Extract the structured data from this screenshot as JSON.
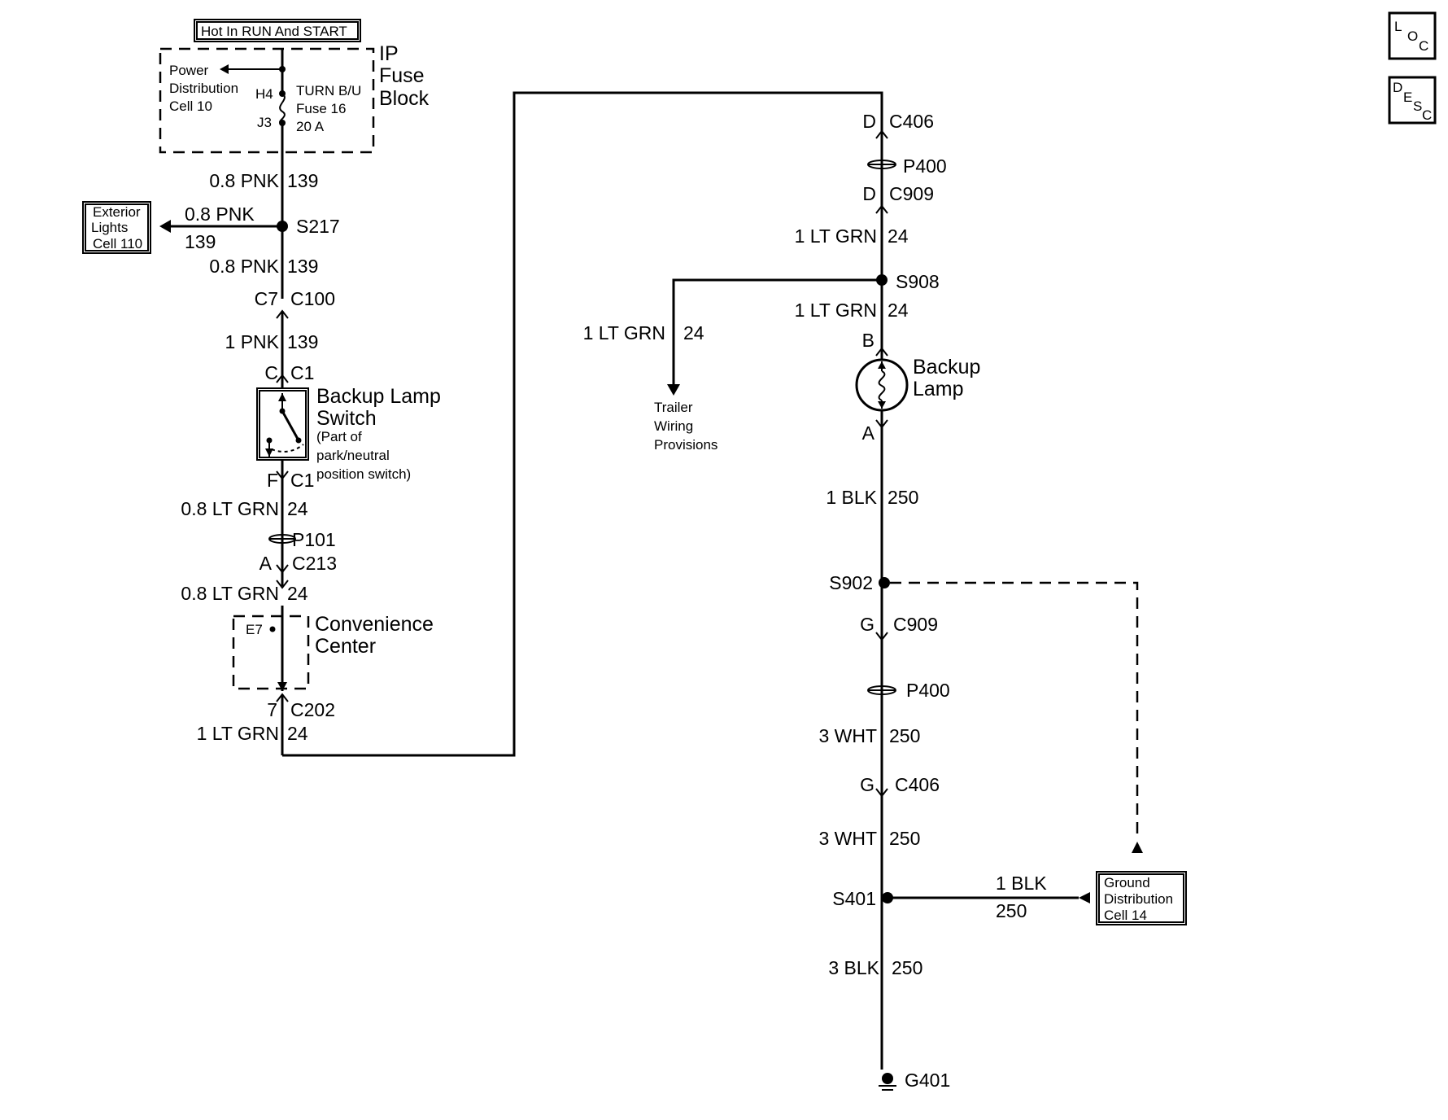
{
  "power": {
    "hot_label": "Hot In RUN And START",
    "fuse_block": [
      "IP",
      "Fuse",
      "Block"
    ],
    "power_dist": [
      "Power",
      "Distribution",
      "Cell 10"
    ],
    "pin_h4": "H4",
    "pin_j3": "J3",
    "fuse": [
      "TURN B/U",
      "Fuse 16",
      "20 A"
    ]
  },
  "left": {
    "w1": {
      "gauge": "0.8 PNK",
      "circuit": "139"
    },
    "splice_s217": "S217",
    "exterior": {
      "box": [
        "Exterior",
        "Lights",
        "Cell 110"
      ],
      "gauge": "0.8 PNK",
      "circuit": "139"
    },
    "w2": {
      "gauge": "0.8 PNK",
      "circuit": "139"
    },
    "c100": {
      "pin": "C7",
      "name": "C100"
    },
    "w3": {
      "gauge": "1 PNK",
      "circuit": "139"
    },
    "c1_top": {
      "pin": "C",
      "name": "C1"
    },
    "switch": [
      "Backup Lamp",
      "Switch",
      "(Part of",
      "park/neutral",
      "position switch)"
    ],
    "c1_bot": {
      "pin": "F",
      "name": "C1"
    },
    "w4": {
      "gauge": "0.8 LT GRN",
      "circuit": "24"
    },
    "p101": "P101",
    "c213": {
      "pin": "A",
      "name": "C213"
    },
    "w5": {
      "gauge": "0.8 LT GRN",
      "circuit": "24"
    },
    "conv": {
      "pin": "E7",
      "lines": [
        "Convenience",
        "Center"
      ]
    },
    "c202": {
      "pin": "7",
      "name": "C202"
    },
    "w6": {
      "gauge": "1 LT GRN",
      "circuit": "24"
    }
  },
  "right": {
    "c406_top": {
      "pin": "D",
      "name": "C406"
    },
    "p400_top": "P400",
    "c909_top": {
      "pin": "D",
      "name": "C909"
    },
    "w1": {
      "gauge": "1 LT GRN",
      "circuit": "24"
    },
    "s908": "S908",
    "w2": {
      "gauge": "1 LT GRN",
      "circuit": "24"
    },
    "trailer": {
      "gauge": "1 LT GRN",
      "circuit": "24",
      "lines": [
        "Trailer",
        "Wiring",
        "Provisions"
      ]
    },
    "lamp_pin_b": "B",
    "lamp": [
      "Backup",
      "Lamp"
    ],
    "lamp_pin_a": "A",
    "w3": {
      "gauge": "1 BLK",
      "circuit": "250"
    },
    "s902": "S902",
    "c909_bot": {
      "pin": "G",
      "name": "C909"
    },
    "p400_bot": "P400",
    "w4": {
      "gauge": "3 WHT",
      "circuit": "250"
    },
    "c406_bot": {
      "pin": "G",
      "name": "C406"
    },
    "w5": {
      "gauge": "3 WHT",
      "circuit": "250"
    },
    "s401": "S401",
    "ground_dist": {
      "gauge": "1 BLK",
      "circuit": "250",
      "box": [
        "Ground",
        "Distribution",
        "Cell 14"
      ]
    },
    "w6": {
      "gauge": "3 BLK",
      "circuit": "250"
    },
    "g401": "G401"
  },
  "nav": {
    "loc": [
      "L",
      "O",
      "C"
    ],
    "desc": [
      "D",
      "E",
      "S",
      "C"
    ]
  }
}
